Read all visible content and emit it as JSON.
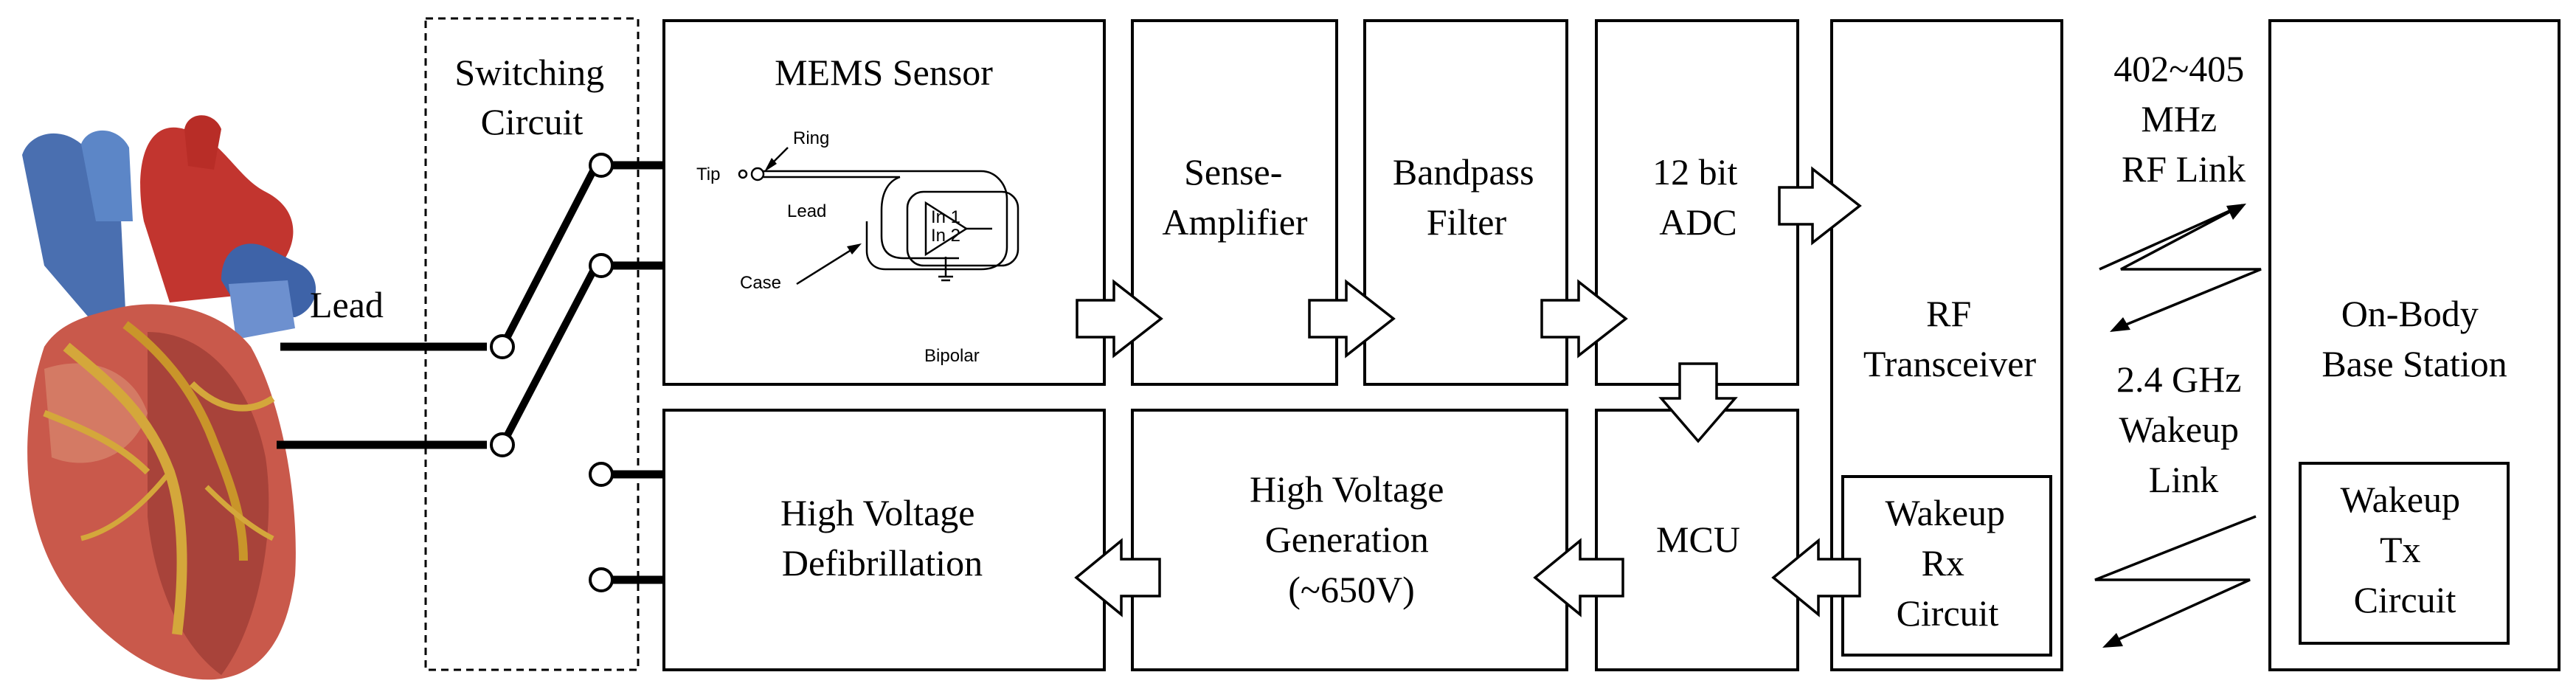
{
  "labels": {
    "lead": "Lead",
    "switching_circuit": [
      "Switching",
      "Circuit"
    ],
    "mems_sensor": "MEMS Sensor",
    "sense_amplifier": [
      "Sense-",
      "Amplifier"
    ],
    "bandpass_filter": [
      "Bandpass",
      "Filter"
    ],
    "adc": [
      "12 bit",
      "ADC"
    ],
    "rf_transceiver": [
      "RF",
      "Transceiver"
    ],
    "wakeup_rx": [
      "Wakeup",
      "Rx",
      "Circuit"
    ],
    "rf_link": [
      "402~405",
      "MHz",
      "RF Link"
    ],
    "wakeup_link": [
      "2.4 GHz",
      "Wakeup",
      "Link"
    ],
    "base_station": [
      "On-Body",
      "Base Station"
    ],
    "wakeup_tx": [
      "Wakeup",
      "Tx",
      "Circuit"
    ],
    "hv_defibrillation": [
      "High Voltage",
      "Defibrillation"
    ],
    "hv_generation": [
      "High Voltage",
      "Generation",
      "(~650V)"
    ],
    "mcu": "MCU"
  },
  "sensor_sketch": {
    "ring": "Ring",
    "tip": "Tip",
    "lead": "Lead",
    "case": "Case",
    "in1": "In 1",
    "in2": "In 2",
    "bipolar": "Bipolar"
  }
}
